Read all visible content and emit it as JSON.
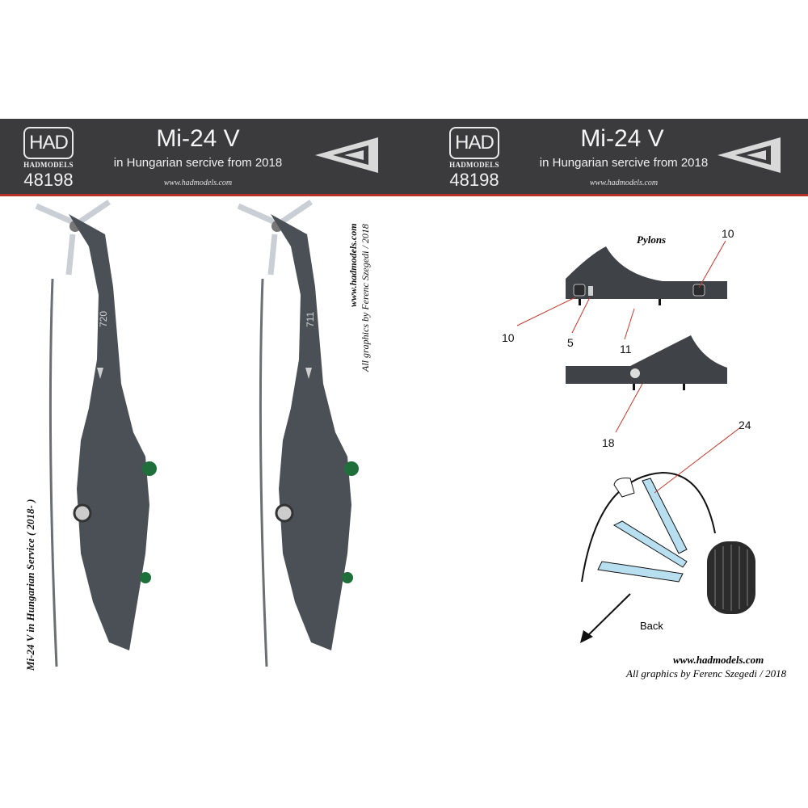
{
  "banner": {
    "logo_text": "HAD",
    "logo_sub": "HADMODELS",
    "catalog_number": "48198",
    "title": "Mi-24 V",
    "subtitle": "in Hungarian sercive from 2018",
    "website": "www.hadmodels.com"
  },
  "side_texts": {
    "vertical_title": "Mi-24 V in Hungarian Service ( 2018-  )",
    "vertical_site": "www.hadmodels.com",
    "vertical_credit": "All graphics by Ferenc Szegedi  / 2018"
  },
  "helicopters": [
    {
      "serial": "720"
    },
    {
      "serial": "711"
    }
  ],
  "detail_sheet": {
    "pylons_title": "Pylons",
    "callouts": [
      "10",
      "10",
      "5",
      "11",
      "18",
      "24"
    ],
    "back_label": "Back",
    "footer_site": "www.hadmodels.com",
    "footer_credit": "All graphics by Ferenc Szegedi  / 2018"
  },
  "colors": {
    "banner_bg": "#3b3b3d",
    "banner_accent": "#b8302a",
    "helicopter_grey": "#4a5055",
    "callout_line": "#c0392b"
  }
}
